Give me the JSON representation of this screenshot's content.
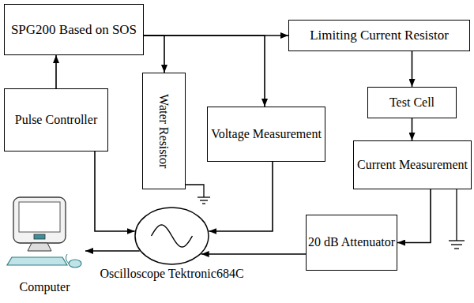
{
  "diagram": {
    "nodes": [
      {
        "text": [
          "SPG200 Based on SOS"
        ]
      },
      {
        "text": [
          "Limiting Current Resistor"
        ]
      },
      {
        "text": [
          "Water Resistor"
        ]
      },
      {
        "text": [
          "Pulse Controller"
        ]
      },
      {
        "text": [
          "Voltage Measurement"
        ]
      },
      {
        "text": [
          "Test Cell"
        ]
      },
      {
        "text": [
          "Current Measurement"
        ]
      },
      {
        "text": [
          "20 dB Attenuator"
        ]
      },
      {
        "text": [
          "Oscilloscope Tektronic684C"
        ]
      },
      {
        "text": [
          "Computer"
        ]
      }
    ],
    "edges": [
      {
        "from": 3,
        "to": 0,
        "arrow": "to"
      },
      {
        "from": 3,
        "to": 8,
        "arrow": "to"
      },
      {
        "from": 0,
        "to": 1,
        "arrow": "to"
      },
      {
        "from": 0,
        "to": 2,
        "arrow": "to"
      },
      {
        "from": 0,
        "to": 4,
        "arrow": "to"
      },
      {
        "from": 1,
        "to": 5,
        "arrow": "to"
      },
      {
        "from": 5,
        "to": 6,
        "arrow": "to"
      },
      {
        "from": 6,
        "to": 7,
        "arrow": "to"
      },
      {
        "from": 7,
        "to": 8,
        "arrow": "to"
      },
      {
        "from": 4,
        "to": 8,
        "arrow": "to"
      },
      {
        "from": 8,
        "to": 9,
        "arrow": "to"
      }
    ]
  }
}
